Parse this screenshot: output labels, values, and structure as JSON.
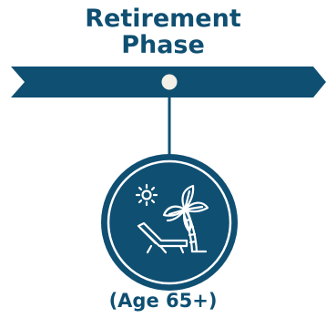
{
  "phase": {
    "title_line1": "Retirement",
    "title_line2": "Phase",
    "age_range": "(Age 65+)"
  },
  "icons": {
    "badge_icon": "beach-lounge-chair-palm-sun-icon"
  },
  "colors": {
    "primary": "#0f4f72",
    "background": "#ffffff",
    "marker": "#f3f0e8"
  }
}
